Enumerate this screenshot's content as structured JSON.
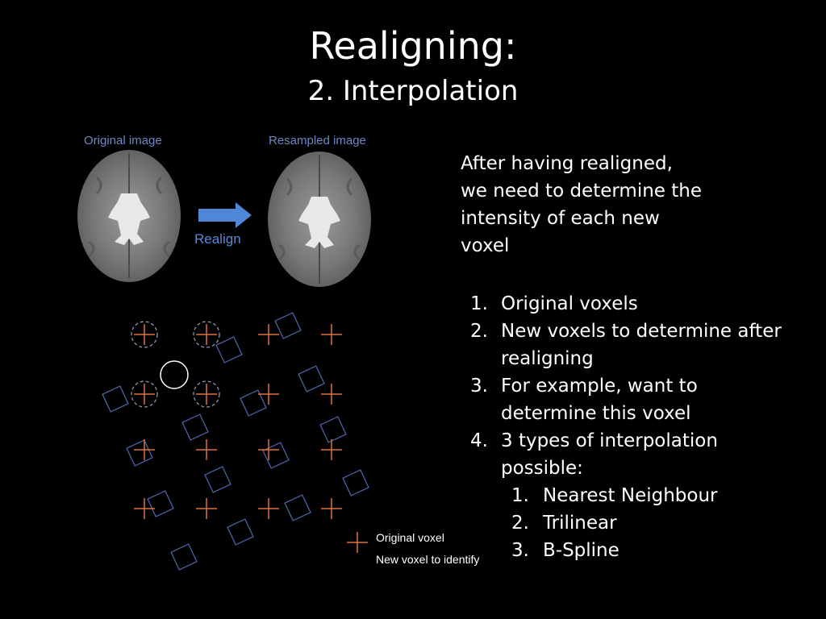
{
  "slide": {
    "title": "Realigning:",
    "subtitle": "2. Interpolation"
  },
  "images": {
    "original_caption": "Original image",
    "resampled_caption": "Resampled image",
    "arrow_label": "Realign"
  },
  "paragraph": {
    "lines": [
      "After having realigned,",
      "we need to determine the",
      "intensity of each new",
      "voxel"
    ]
  },
  "list": {
    "items": [
      {
        "number": "1.",
        "lines": [
          "Original voxels"
        ]
      },
      {
        "number": "2.",
        "lines": [
          "New voxels to determine after",
          "realigning"
        ]
      },
      {
        "number": "3.",
        "lines": [
          "For example, want to",
          "determine this voxel"
        ]
      },
      {
        "number": "4.",
        "lines": [
          "3 types of interpolation",
          "possible:"
        ]
      }
    ],
    "subitems": [
      {
        "number": "1.",
        "label": "Nearest Neighbour"
      },
      {
        "number": "2.",
        "label": "Trilinear"
      },
      {
        "number": "3.",
        "label": "B-Spline"
      }
    ]
  },
  "legend": {
    "original": "Original voxel",
    "new": "New voxel to identify"
  },
  "colors": {
    "original_voxel": "#e0703a",
    "new_voxel": "#4a64a8",
    "arrow": "#4f86d6",
    "caption": "#6f87c6"
  }
}
